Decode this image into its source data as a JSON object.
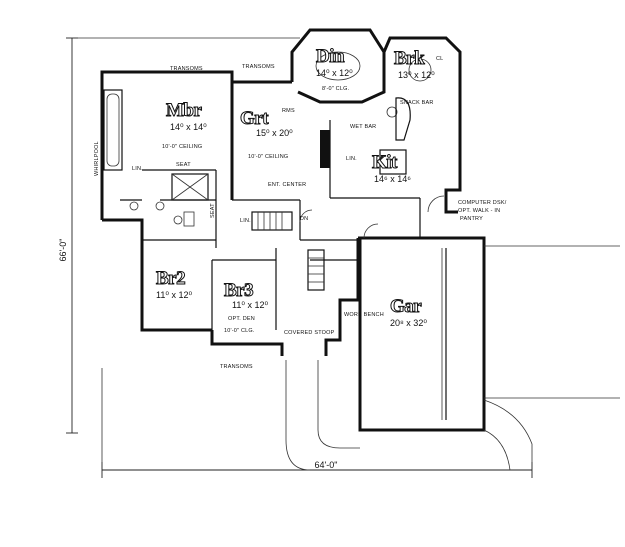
{
  "rooms": {
    "mbr": {
      "name": "Mbr",
      "size": "14⁰ x 14⁰",
      "ceiling": "10'-0\" CEILING"
    },
    "grt": {
      "name": "Grt",
      "size": "15⁰ x 20⁰",
      "ceiling": "10'-0\" CEILING",
      "tag": "RMS"
    },
    "din": {
      "name": "Din",
      "size": "14⁰ x 12⁰",
      "ceiling": "8'-0\" CLG."
    },
    "brk": {
      "name": "Brk",
      "size": "13⁰ x 12⁰",
      "tag": "CL"
    },
    "kit": {
      "name": "Kit",
      "size": "14⁶ x 14⁶"
    },
    "br2": {
      "name": "Br2",
      "size": "11⁰ x 12⁰"
    },
    "br3": {
      "name": "Br3",
      "size": "11⁰ x 12⁰",
      "sub": "OPT. DEN",
      "ceiling": "10'-0\" CLG."
    },
    "gar": {
      "name": "Gar",
      "size": "20⁸ x 32⁰"
    }
  },
  "labels": {
    "transoms_1": "TRANSOMS",
    "transoms_2": "TRANSOMS",
    "transoms_3": "TRANSOMS",
    "whirlpool": "WHIRLPOOL",
    "lin_1": "LIN.",
    "lin_2": "LIN.",
    "lin_3": "LIN.",
    "seat": "SEAT",
    "wet_bar": "WET BAR",
    "snack_bar": "SNACK BAR",
    "ent_center": "ENT. CENTER",
    "dn": "DN",
    "computer": "COMPUTER DSK/",
    "walk_in": "OPT. WALK - IN",
    "pantry": "PANTRY",
    "work_bench": "WORK BENCH",
    "covered_stoop": "COVERED STOOP",
    "seat_2": "SEAT"
  },
  "dimensions": {
    "height": "66'-0\"",
    "width": "64'-0\""
  }
}
